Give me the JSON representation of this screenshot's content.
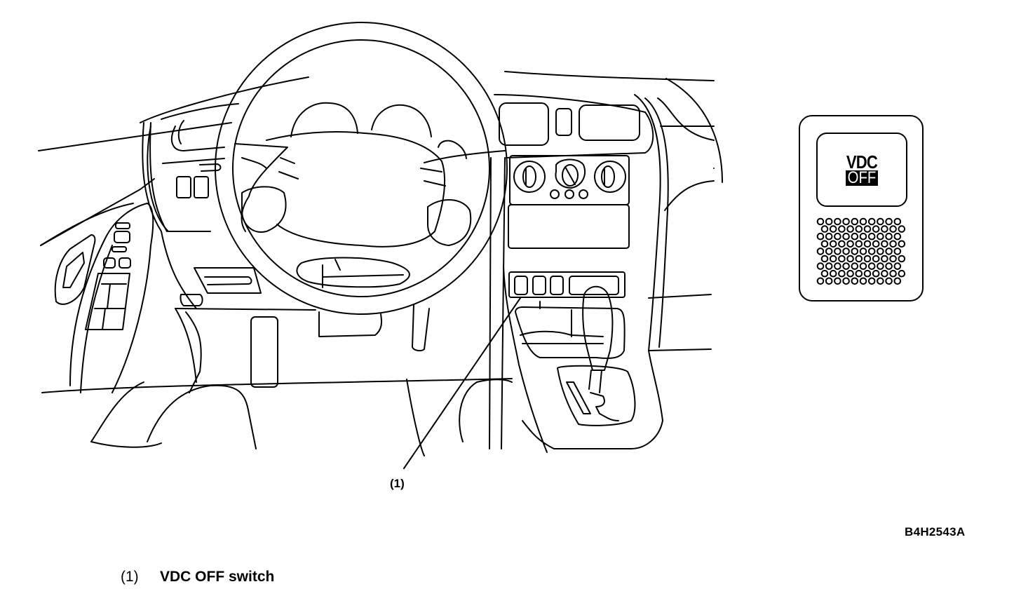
{
  "figure": {
    "callout_label": "(1)",
    "figure_code": "B4H2543A",
    "legend": [
      {
        "number": "(1)",
        "description": "VDC OFF switch"
      }
    ]
  },
  "switch_detail": {
    "label_top": "VDC",
    "label_bottom": "OFF",
    "grille_rows": 9,
    "grille_cols": 10
  }
}
